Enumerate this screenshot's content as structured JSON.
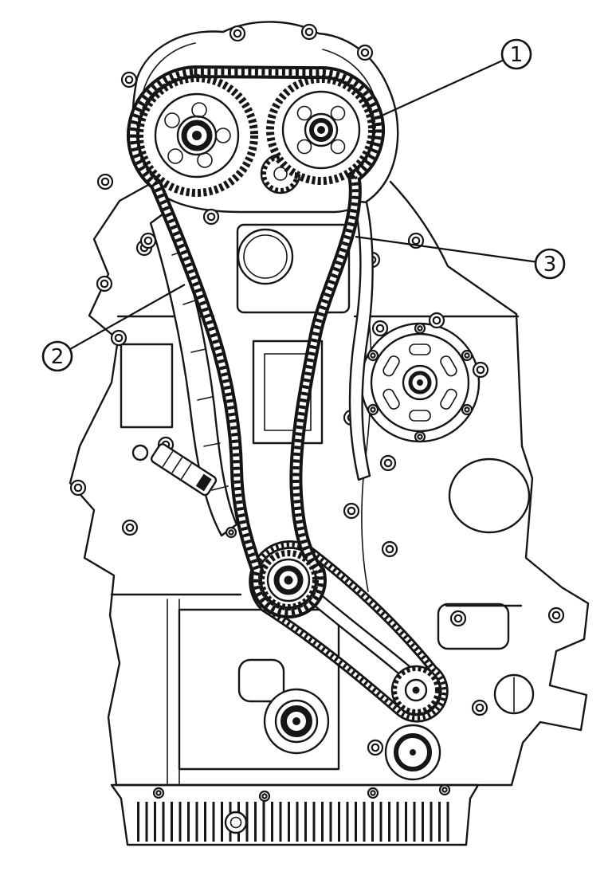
{
  "diagram": {
    "background": "#ffffff",
    "line_color": "#161616",
    "chain_color": "#141414",
    "callouts": [
      {
        "label": "1"
      },
      {
        "label": "2"
      },
      {
        "label": "3"
      }
    ]
  }
}
